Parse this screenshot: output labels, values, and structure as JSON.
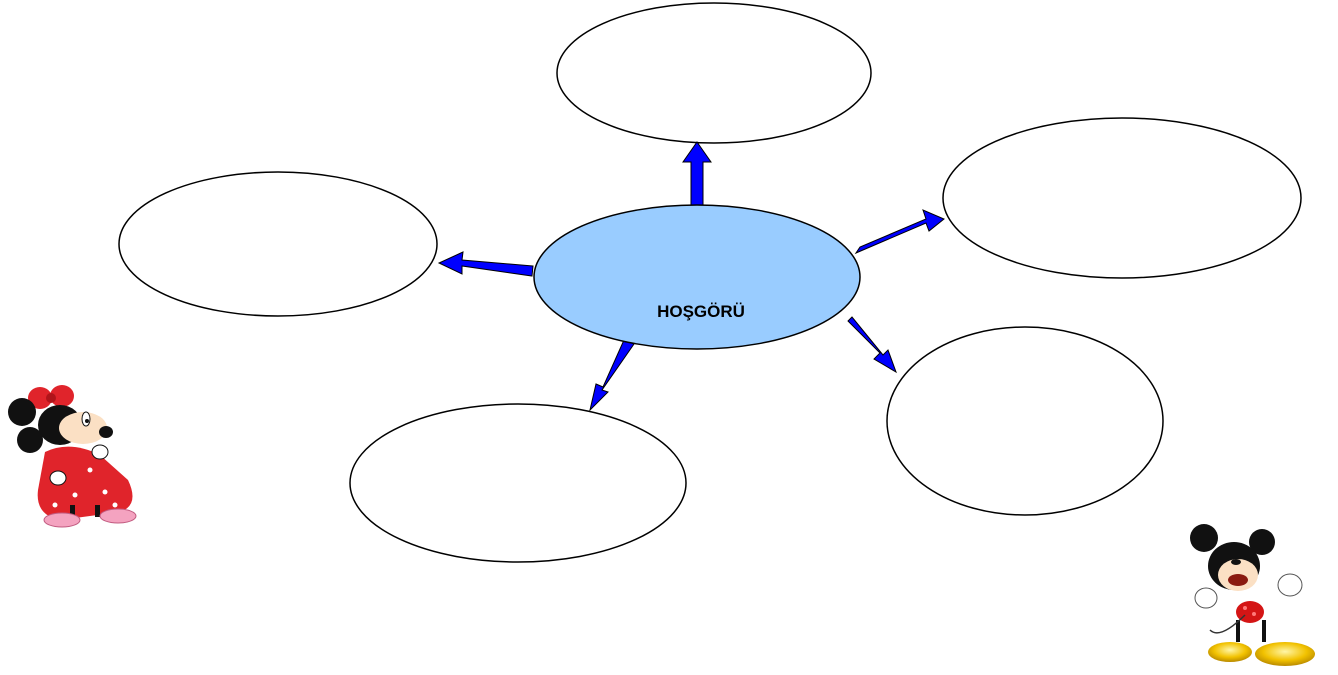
{
  "diagram": {
    "center": {
      "label": "HOŞGÖRÜ",
      "fill": "#99ccff",
      "stroke": "#000000"
    },
    "branches": [
      {
        "id": "top",
        "label": ""
      },
      {
        "id": "upper-right",
        "label": ""
      },
      {
        "id": "lower-right",
        "label": ""
      },
      {
        "id": "bottom",
        "label": ""
      },
      {
        "id": "left",
        "label": ""
      }
    ],
    "arrow_color": "#0000ff",
    "branch_fill": "#ffffff"
  },
  "decorations": {
    "left_character": "minnie-mouse",
    "right_character": "mickey-mouse"
  }
}
